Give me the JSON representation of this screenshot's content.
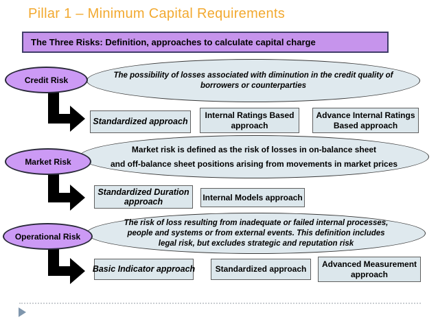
{
  "slide": {
    "title": "Pillar 1 – Minimum Capital Requirements",
    "banner": "The Three Risks: Definition, approaches to calculate capital charge"
  },
  "rows": [
    {
      "risk_label": "Credit Risk",
      "definition_lines": [
        "The possibility of losses associated with diminution in the credit quality of",
        "borrowers or counterparties"
      ],
      "approaches": [
        [
          "Standardized approach"
        ],
        [
          "Internal Ratings Based",
          "approach"
        ],
        [
          "Advance Internal Ratings",
          "Based approach"
        ]
      ]
    },
    {
      "risk_label": "Market Risk",
      "definition_lines": [
        "Market risk is defined as the risk of losses in on-balance sheet",
        "and off-balance sheet positions arising from movements in market prices"
      ],
      "approaches": [
        [
          "Standardized Duration",
          "approach"
        ],
        [
          "Internal Models approach"
        ]
      ]
    },
    {
      "risk_label": "Operational Risk",
      "definition_lines": [
        "The risk of loss resulting from inadequate or failed internal processes,",
        "people and systems or from external events. This definition includes",
        "legal risk, but excludes strategic and reputation risk"
      ],
      "approaches": [
        [
          "Basic Indicator approach"
        ],
        [
          "Standardized approach"
        ],
        [
          "Advanced Measurement",
          "approach"
        ]
      ]
    }
  ],
  "icons": {
    "bent_arrow": "black-elbow-arrow",
    "footer_marker": "right-pointing-triangle"
  },
  "colors": {
    "title_text": "#F2A930",
    "banner_fill": "#C694EC",
    "banner_border": "#3F3C68",
    "risk_ellipse_fill": "#CC9AF5",
    "definition_ellipse_fill": "#DFE9EE",
    "approach_box_fill": "#DCE7EC",
    "arrow": "#000000",
    "footer_marker": "#7F96AD",
    "dotted_line": "#C9CDD1"
  }
}
